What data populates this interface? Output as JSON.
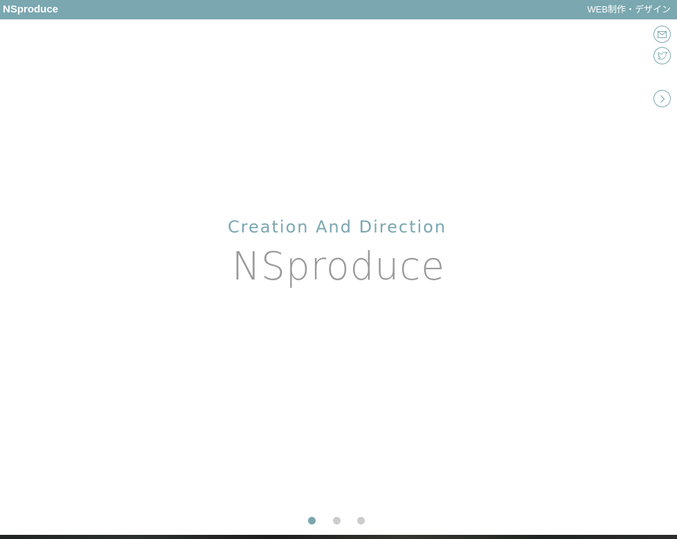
{
  "header": {
    "brand": "NSproduce",
    "tagline": "WEB制作・デザイン"
  },
  "side_buttons": [
    {
      "name": "mail",
      "icon": "mail-icon"
    },
    {
      "name": "twitter",
      "icon": "twitter-icon"
    },
    {
      "name": "next",
      "icon": "chevron-right-icon"
    }
  ],
  "hero": {
    "subtitle": "Creation And Direction",
    "title": "NSproduce"
  },
  "pagination": {
    "total": 3,
    "active": 1
  },
  "colors": {
    "accent": "#7aa7b0",
    "title_gray": "#9a9a9a",
    "dot_inactive": "#cccccc",
    "background": "#ffffff"
  }
}
